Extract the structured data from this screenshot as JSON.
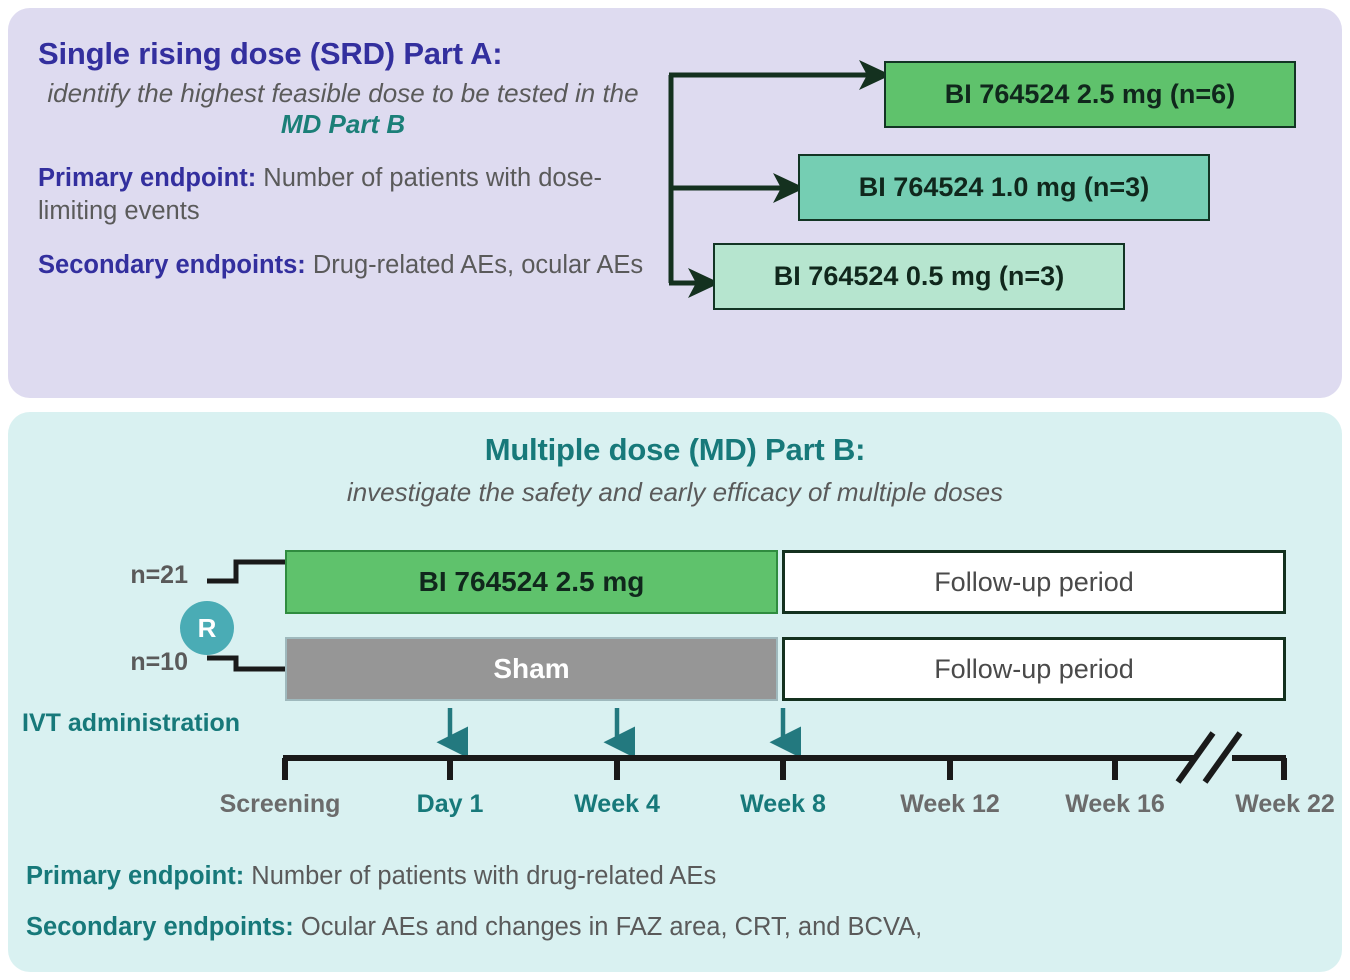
{
  "part_a": {
    "title": "Single rising dose (SRD) Part A:",
    "subtitle_lead": "identify the highest feasible dose to be tested in the ",
    "subtitle_highlight": "MD Part B",
    "primary_label": "Primary endpoint:",
    "primary_text": " Number of patients with dose-limiting events",
    "secondary_label": "Secondary endpoints:",
    "secondary_text": " Drug-related AEs, ocular AEs",
    "dose_arms": [
      {
        "label": "BI 764524 2.5 mg (n=6)",
        "dose": "2.5 mg",
        "n": 6,
        "color": "#5fc26c"
      },
      {
        "label": "BI 764524 1.0 mg (n=3)",
        "dose": "1.0 mg",
        "n": 3,
        "color": "#75ceb3"
      },
      {
        "label": "BI 764524 0.5 mg (n=3)",
        "dose": "0.5 mg",
        "n": 3,
        "color": "#b6e5cf"
      }
    ]
  },
  "part_b": {
    "title": "Multiple dose (MD) Part B:",
    "subtitle": "investigate the safety and early efficacy of multiple doses",
    "randomization_symbol": "R",
    "arms": [
      {
        "n_label": "n=21",
        "treatment": "BI 764524 2.5 mg",
        "followup": "Follow-up period",
        "color": "#5fc26c"
      },
      {
        "n_label": "n=10",
        "treatment": "Sham",
        "followup": "Follow-up period",
        "color": "#969696"
      }
    ],
    "ivt_label": "IVT administration",
    "timeline": [
      {
        "label": "Screening",
        "dosing": false
      },
      {
        "label": "Day 1",
        "dosing": true
      },
      {
        "label": "Week 4",
        "dosing": true
      },
      {
        "label": "Week 8",
        "dosing": true
      },
      {
        "label": "Week 12",
        "dosing": false
      },
      {
        "label": "Week 16",
        "dosing": false
      },
      {
        "label": "Week 22",
        "dosing": false
      }
    ],
    "primary_label": "Primary endpoint:",
    "primary_text": " Number of patients with drug-related AEs",
    "secondary_label": "Secondary endpoints:",
    "secondary_text": " Ocular AEs and changes in FAZ area, CRT, and BCVA,"
  },
  "colors": {
    "panel_a_bg": "#dedbf0",
    "panel_b_bg": "#d9f1f1",
    "purple_accent": "#332f9e",
    "teal_accent": "#17797a",
    "arrow_dark": "#14311f",
    "randomize_circle": "#4aacb5"
  }
}
